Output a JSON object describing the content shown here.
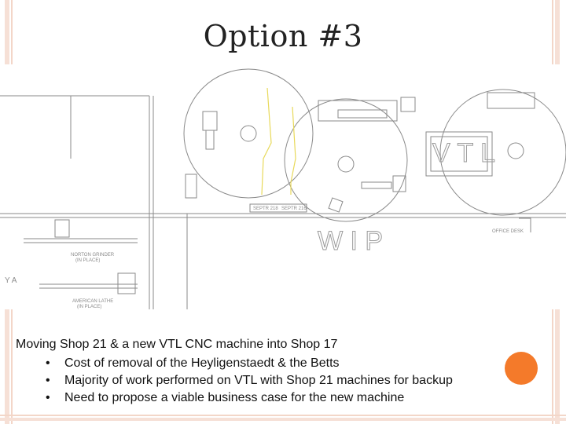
{
  "title": "Option #3",
  "drawing": {
    "labels": {
      "vtl": "V T L",
      "wip": "W I P",
      "grinder": "NORTON GRINDER",
      "grinder_sub": "(IN PLACE)",
      "lathe": "AMERICAN LATHE",
      "lathe_sub": "(IN PLACE)",
      "office_desk": "OFFICE DESK",
      "left_scale": "Y A",
      "part_a": "SEPTR 218",
      "part_b": "SEPTR 216"
    }
  },
  "caption": {
    "lead": "Moving Shop 21 & a new VTL CNC machine into Shop 17",
    "bullets": [
      "Cost of removal of the Heyligenstaedt & the Betts",
      "Majority of work performed on VTL with Shop 21 machines for backup",
      "Need to propose a viable business case for the new machine"
    ],
    "bullet_symbol": "•"
  },
  "colors": {
    "accent": "#f47a2a",
    "frame": "#f6e0d6",
    "drawing_line": "#8a8a8a"
  }
}
